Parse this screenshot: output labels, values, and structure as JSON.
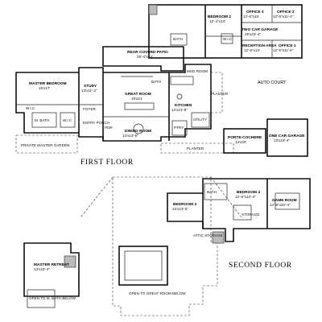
{
  "floor_titles": {
    "first": "FIRST FLOOR",
    "second": "SECOND FLOOR"
  },
  "rooms": {
    "bedroom2": {
      "name": "BEDROOM 2",
      "dim": "12'-4\"x13'"
    },
    "office3": {
      "name": "OFFICE 3",
      "dim": "12'-6\"x10'"
    },
    "office2": {
      "name": "OFFICE 2",
      "dim": "12'-6\"x11'-4\""
    },
    "two_car_garage": {
      "name": "TWO CAR GARAGE",
      "dim": "28'x23'-4\""
    },
    "reception": {
      "name": "RECEPTION AREA",
      "dim": "12'-6\"x13'"
    },
    "office1": {
      "name": "OFFICE 1",
      "dim": "12'-6\"x11'-6\""
    },
    "rear_patio": {
      "name": "REAR COVERD PATIO",
      "dim": "28'-4\"x14'"
    },
    "master_bedroom": {
      "name": "MASTER BEDROOM",
      "dim": "15'x17'"
    },
    "study": {
      "name": "STUDY",
      "dim": "13'x11'-2\""
    },
    "great_room": {
      "name": "GREAT ROOM",
      "dim": "19'x21'"
    },
    "kitchen": {
      "name": "KITCHEN",
      "dim": "13'x21'-8\""
    },
    "dining_room": {
      "name": "DINING ROOM",
      "dim": "14'x13'-8\""
    },
    "porte_cochere": {
      "name": "PORTE-COCHERE",
      "dim": "14'x20'"
    },
    "one_car_garage": {
      "name": "ONE CAR GARAGE",
      "dim": "13'x23'-4\""
    },
    "bedroom3": {
      "name": "BEDROOM 3",
      "dim": "13'x13'-6\""
    },
    "bedroom4": {
      "name": "BEDROOM 4",
      "dim": "12'-8\"x13'-4\""
    },
    "game_room": {
      "name": "GAME ROOM",
      "dim": "14'-8\"x22'-4\""
    },
    "master_retreat": {
      "name": "MASTER RETREAT",
      "dim": "13'x15'-4\""
    }
  },
  "labels": {
    "auto_court": "AUTO COURT",
    "planter": "PLANTER",
    "planter2": "PLANTER",
    "foyer": "FOYER",
    "entry_porch": "ENTRY PORCH",
    "private_garden": "PRIVATE MASTER GARDEN",
    "m_bath": "M. BATH",
    "wic1": "W.I.C",
    "wic2": "W.I.C",
    "wic3": "W.I.C",
    "bath1": "BATH",
    "bath2": "BATH",
    "bath3": "BATH",
    "utility": "UTILITY",
    "mud_room": "MUD ROOM",
    "pantry": "PTRY",
    "pdr": "PDR",
    "attic": "ATTIC STORAGE",
    "open_to_great": "OPEN TO GREAT ROOM BELOW",
    "open_to_master": "OPEN TO M. BATH BELOW",
    "storage": "STORAGE"
  }
}
